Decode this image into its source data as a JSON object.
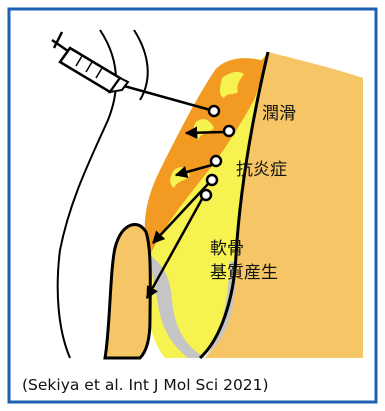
{
  "labels": {
    "lubrication": "潤滑",
    "anti_inflammation": "抗炎症",
    "cartilage_line1": "軟骨",
    "cartilage_line2": "基質産生"
  },
  "caption": "(Sekiya et al. Int J Mol Sci 2021)",
  "colors": {
    "frame": "#1d5fb0",
    "bone": "#f6c566",
    "synovium_orange": "#f39a23",
    "synovial_fluid_yellow": "#f6f24f",
    "cartilage_gray": "#c5c5c5",
    "outline": "#000000"
  },
  "icons": [
    "syringe-icon",
    "cell-dot-icon",
    "arrow-icon"
  ]
}
